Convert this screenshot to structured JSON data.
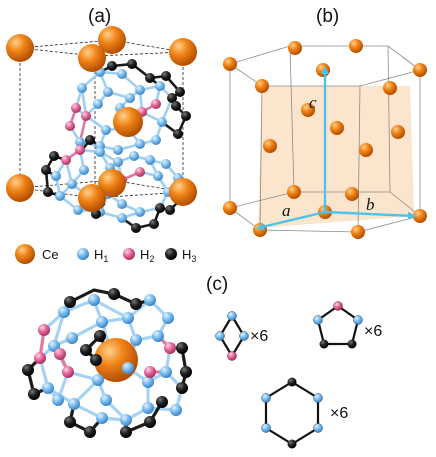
{
  "panels": {
    "a": "(a)",
    "b": "(b)",
    "c": "(c)"
  },
  "legend": {
    "items": [
      {
        "symbol": "Ce",
        "label": "Ce",
        "color": "#f07f0f"
      },
      {
        "symbol": "H",
        "sub": "1",
        "color": "#7bbcee"
      },
      {
        "symbol": "H",
        "sub": "2",
        "color": "#e56a9a"
      },
      {
        "symbol": "H",
        "sub": "3",
        "color": "#151515"
      }
    ]
  },
  "axes": {
    "a": "a",
    "b": "b",
    "c": "c"
  },
  "polygons": [
    {
      "type": "rhombus",
      "count": "×6"
    },
    {
      "type": "pentagon",
      "count": "×6"
    },
    {
      "type": "hexagon",
      "count": "×6"
    }
  ],
  "colors": {
    "cerium": "#f07f0f",
    "h1": "#7bbcee",
    "h2": "#e56a9a",
    "h3": "#151515",
    "axis_arrow": "#4cc3ec",
    "plane": "#fbe2c6"
  }
}
